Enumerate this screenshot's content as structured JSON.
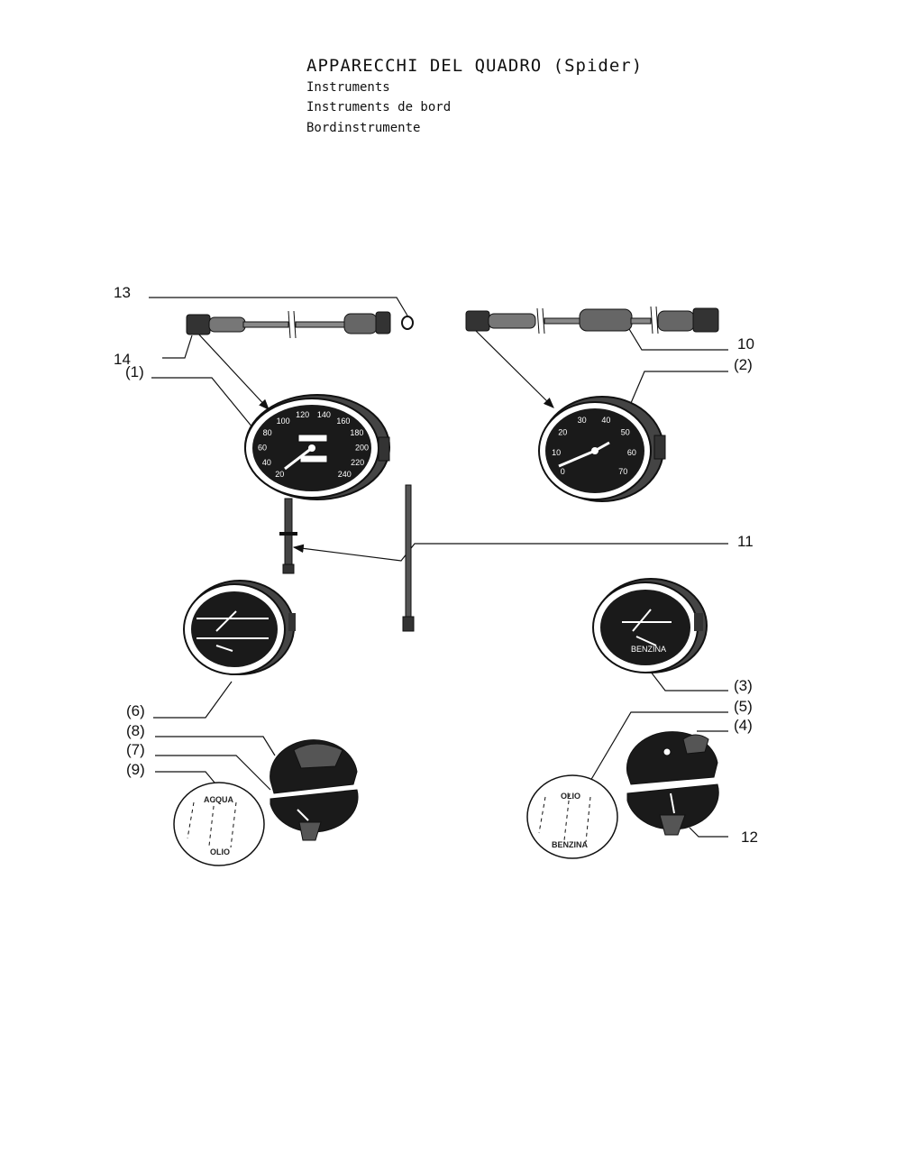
{
  "header": {
    "title": "APPARECCHI DEL QUADRO (Spider)",
    "subtitle_en": "Instruments",
    "subtitle_fr": "Instruments de bord",
    "subtitle_de": "Bordinstrumente"
  },
  "callouts": {
    "c13": "13",
    "c14": "14",
    "c10": "10",
    "c11": "11",
    "c12": "12",
    "p1": "(1)",
    "p2": "(2)",
    "p3": "(3)",
    "p4": "(4)",
    "p5": "(5)",
    "p6": "(6)",
    "p7": "(7)",
    "p8": "(8)",
    "p9": "(9)"
  },
  "glass_labels": {
    "acqua": "ACQUA",
    "olio_left": "OLIO",
    "olio_right": "OLIO",
    "benzina": "BENZINA",
    "benzina_gauge": "BENZINA"
  },
  "speedo_ticks": [
    "20",
    "40",
    "60",
    "80",
    "100",
    "120",
    "140",
    "160",
    "180",
    "200",
    "220",
    "240"
  ],
  "tacho_ticks": [
    "0",
    "10",
    "20",
    "30",
    "40",
    "50",
    "60",
    "70"
  ],
  "colors": {
    "ink": "#111111",
    "dial": "#1a1a1a",
    "paper": "#ffffff"
  }
}
